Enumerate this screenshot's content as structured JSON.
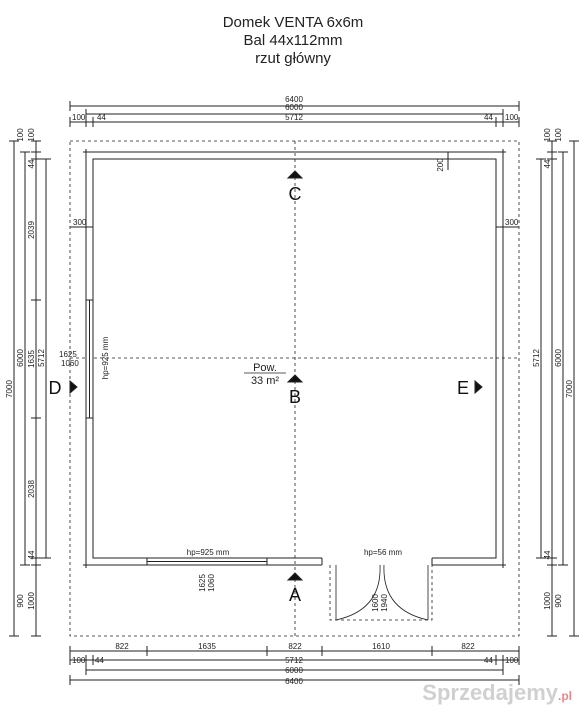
{
  "title": {
    "line1": "Domek VENTA 6x6m",
    "line2": "Bal 44x112mm",
    "line3": "rzut główny"
  },
  "dims_top": {
    "d6400": "6400",
    "d6000": "6000",
    "d100l": "100",
    "d44l": "44",
    "d5712": "5712",
    "d44r": "44",
    "d100r": "100"
  },
  "dims_bottom": {
    "d822a": "822",
    "d1635": "1635",
    "d822b": "822",
    "d1610": "1610",
    "d822c": "822",
    "d100l": "100",
    "d44l": "44",
    "d5712": "5712",
    "d44r": "44",
    "d100r": "100",
    "d6000": "6000",
    "d6400": "6400"
  },
  "dims_left": {
    "d7000": "7000",
    "d6000": "6000",
    "d5712": "5712",
    "d100t": "100",
    "d100t2": "100",
    "d44t": "44",
    "d2039": "2039",
    "d1635": "1635",
    "d2038": "2038",
    "d44b": "44",
    "d900": "900",
    "d1000": "1000"
  },
  "dims_right": {
    "d7000": "7000",
    "d6000": "6000",
    "d5712": "5712",
    "d100t": "100",
    "d100t2": "100",
    "d44t": "44",
    "d44b": "44",
    "d1000": "1000",
    "d900": "900"
  },
  "annotations": {
    "d200": "200",
    "d300l": "300",
    "d300r": "300",
    "w_left_h": "1625",
    "w_left_h2": "1060",
    "w_left_hp": "hp=925 mm",
    "w_bot_hp": "hp=925 mm",
    "w_bot_h": "1625",
    "w_bot_h2": "1060",
    "door_hp": "hp=56 mm",
    "door_h": "1600",
    "door_h2": "1940",
    "area_label": "Pow.",
    "area_value": "33 m²"
  },
  "sections": {
    "a": "A",
    "b": "B",
    "c": "C",
    "d": "D",
    "e": "E"
  },
  "watermark": "Sprzedajemy",
  "watermark_tld": ".pl"
}
